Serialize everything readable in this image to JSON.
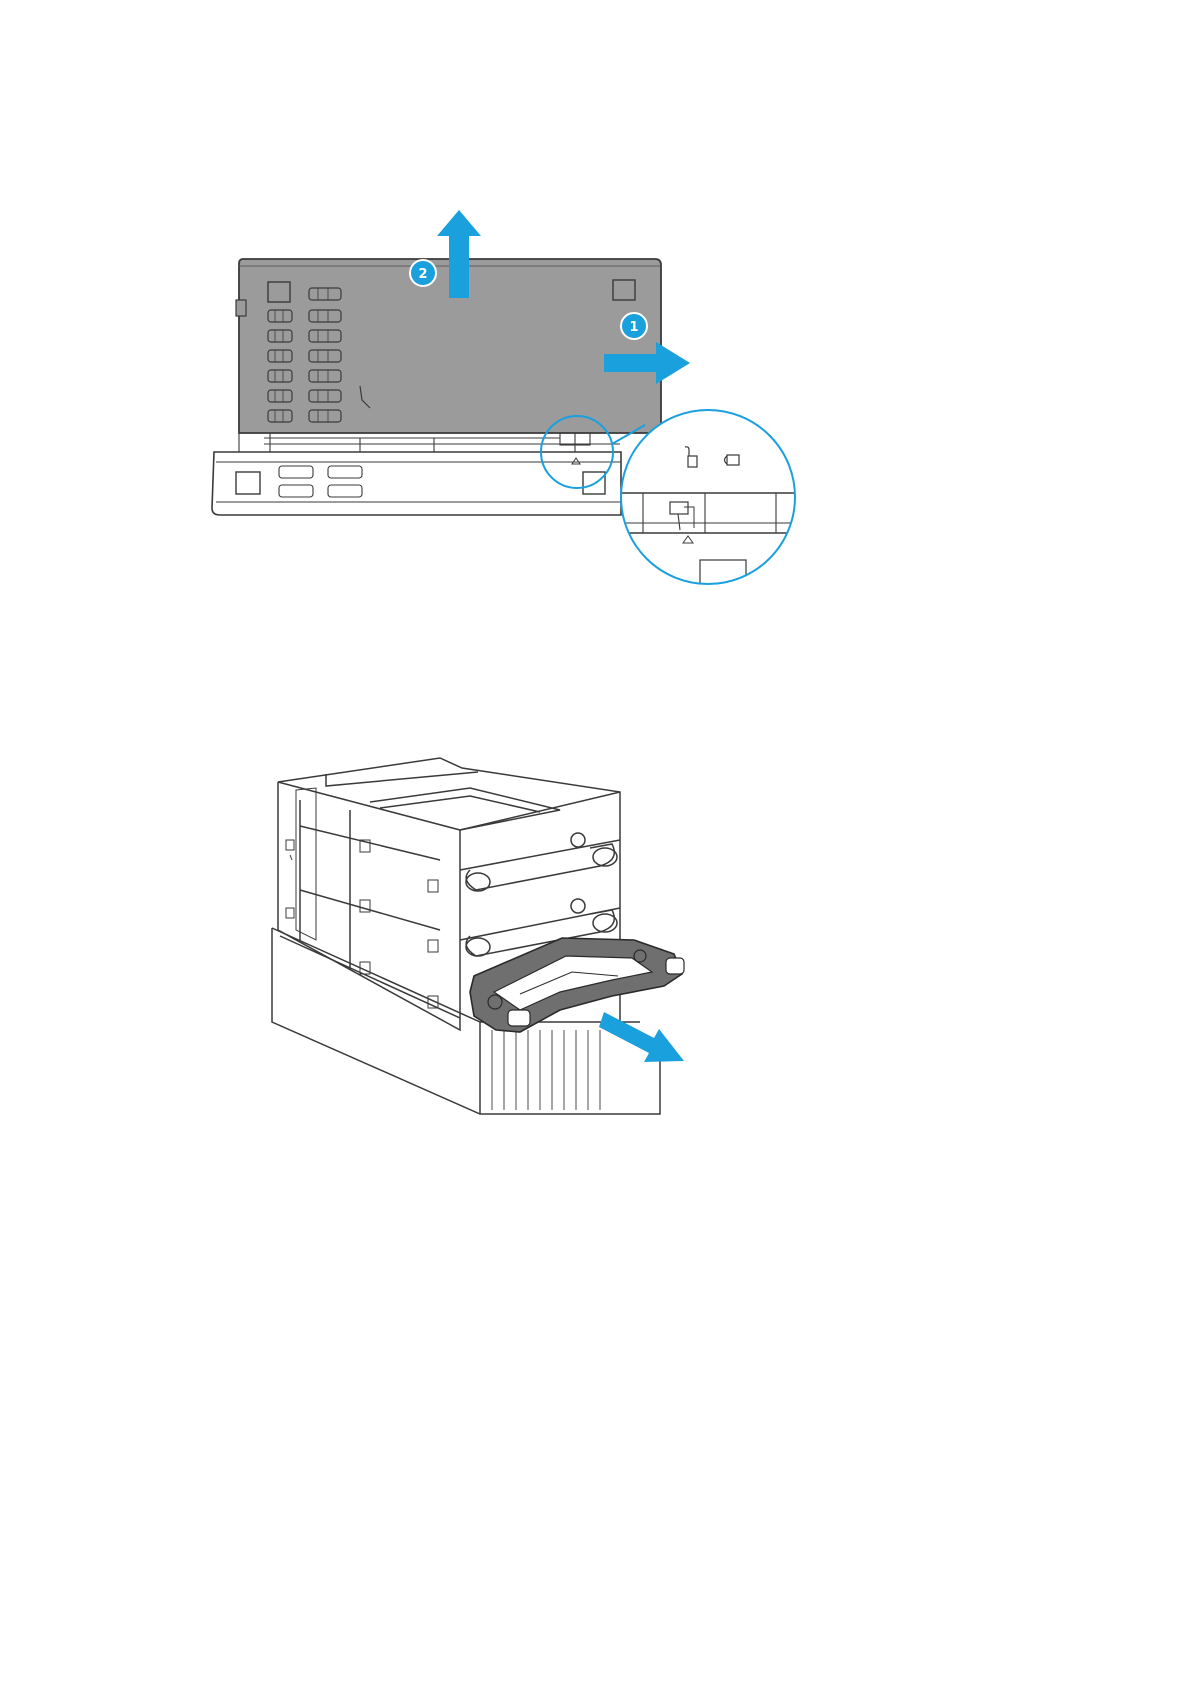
{
  "figures": [
    {
      "id": "cover-removal",
      "steps": [
        {
          "number": "1",
          "direction": "slide-right"
        },
        {
          "number": "2",
          "direction": "lift-up"
        }
      ],
      "has_magnified_detail": true
    },
    {
      "id": "tray-removal",
      "direction": "pull-out"
    }
  ],
  "colors": {
    "accent": "#1aa0dc",
    "cover_fill": "#9b9b9b",
    "tray_fill": "#6f6f6f",
    "outline": "#3a3a3a",
    "background": "#ffffff"
  }
}
